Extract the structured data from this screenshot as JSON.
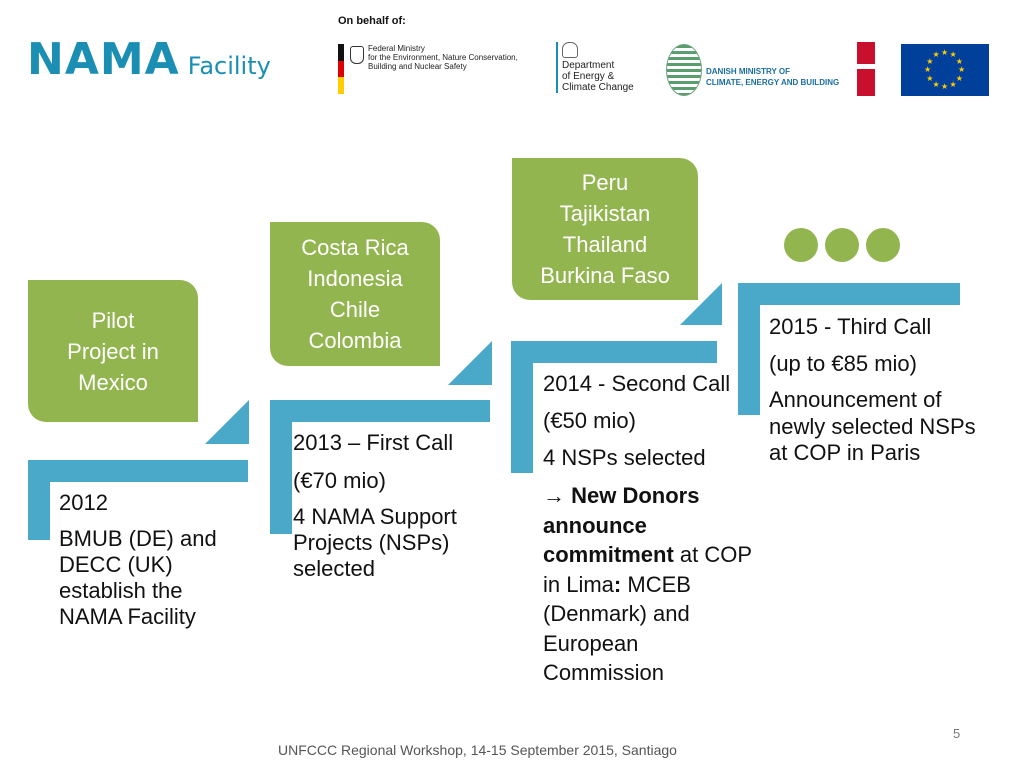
{
  "header": {
    "nama_logo": {
      "word": "NAMA",
      "sub": "Facility"
    },
    "on_behalf": "On behalf of:",
    "bmub_lines": [
      "Federal Ministry",
      "for the Environment, Nature Conservation,",
      "Building and Nuclear Safety"
    ],
    "decc_lines": [
      "Department",
      "of Energy &",
      "Climate Change"
    ],
    "danish_lines": [
      "DANISH MINISTRY OF",
      "CLIMATE, ENERGY AND BUILDING"
    ]
  },
  "colors": {
    "green": "#92b54f",
    "blue": "#4aa9c9",
    "nama_blue": "#1a8fb3"
  },
  "green_boxes": [
    {
      "lines": [
        "Pilot",
        "Project in",
        "Mexico"
      ]
    },
    {
      "lines": [
        "Costa Rica",
        "Indonesia",
        "Chile",
        "Colombia"
      ]
    },
    {
      "lines": [
        "Peru",
        "Tajikistan",
        "Thailand",
        "Burkina Faso"
      ]
    }
  ],
  "steps": [
    {
      "paragraphs": [
        "2012",
        "BMUB (DE) and DECC (UK) establish the NAMA Facility"
      ]
    },
    {
      "paragraphs": [
        "2013 – First Call",
        "(€70 mio)",
        "4 NAMA Support Projects (NSPs) selected"
      ]
    },
    {
      "paragraphs": [
        "2014 - Second Call",
        "(€50 mio)",
        "4 NSPs selected"
      ],
      "arrow": "→",
      "bold_1": "New Donors announce commitment",
      "text_1": " at COP in Lima",
      "bold_2": ":",
      "text_2": " MCEB (Denmark) and European Commission"
    },
    {
      "paragraphs": [
        "2015 - Third Call",
        "(up to €85 mio)",
        "Announcement of newly selected NSPs at COP in Paris"
      ]
    }
  ],
  "continuation_dots": 3,
  "footer": "UNFCCC Regional Workshop, 14-15 September 2015, Santiago",
  "page_number": "5"
}
